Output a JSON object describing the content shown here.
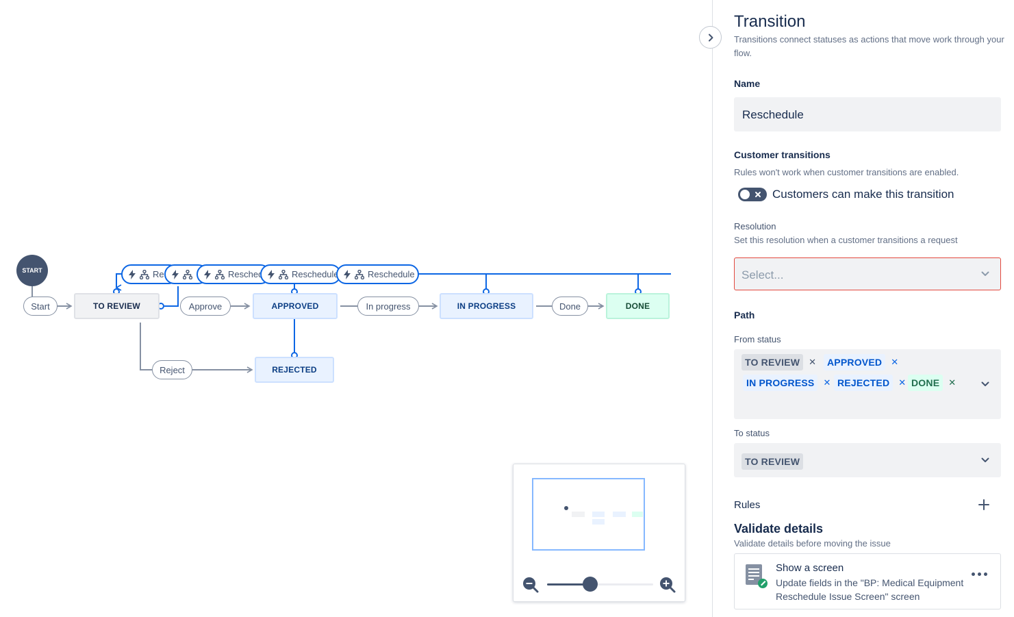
{
  "canvas": {
    "start_label": "START",
    "statuses": {
      "to_review": "TO REVIEW",
      "approved": "APPROVED",
      "in_progress": "IN PROGRESS",
      "done": "DONE",
      "rejected": "REJECTED"
    },
    "transitions": {
      "start": "Start",
      "approve": "Approve",
      "in_progress": "In progress",
      "done": "Done",
      "reject": "Reject"
    },
    "reschedule_pills": [
      "Re",
      "",
      "Resched",
      "Reschedule",
      "Reschedule"
    ]
  },
  "panel": {
    "title": "Transition",
    "description": "Transitions connect statuses as actions that move work through your flow.",
    "name_label": "Name",
    "name_value": "Reschedule",
    "customer_label": "Customer transitions",
    "customer_desc": "Rules won't work when customer transitions are enabled.",
    "customer_toggle_label": "Customers can make this transition",
    "resolution_label": "Resolution",
    "resolution_desc": "Set this resolution when a customer transitions a request",
    "resolution_placeholder": "Select...",
    "path_label": "Path",
    "from_label": "From status",
    "from_statuses": [
      "TO REVIEW",
      "APPROVED",
      "IN PROGRESS",
      "REJECTED",
      "DONE"
    ],
    "to_label": "To status",
    "to_status": "TO REVIEW",
    "rules_label": "Rules",
    "validate_title": "Validate details",
    "validate_desc": "Validate details before moving the issue",
    "rule_title": "Show a screen",
    "rule_desc": "Update fields in the \"BP: Medical Equipment Reschedule Issue Screen\" screen"
  },
  "colors": {
    "accent": "#0c66e4",
    "connector": "#8590a2",
    "error_border": "#e2483d"
  }
}
